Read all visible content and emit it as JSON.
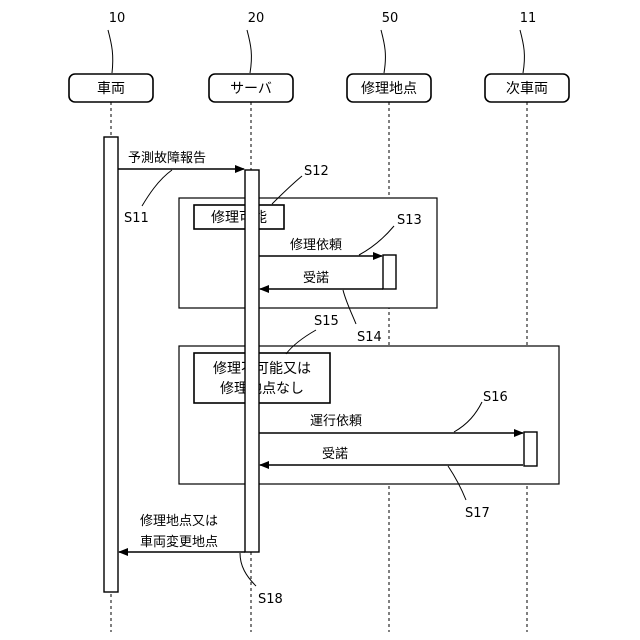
{
  "participants": [
    {
      "id": "10",
      "label": "車両"
    },
    {
      "id": "20",
      "label": "サーバ"
    },
    {
      "id": "50",
      "label": "修理地点"
    },
    {
      "id": "11",
      "label": "次車両"
    }
  ],
  "frames": {
    "repairable": {
      "condition": "修理可能"
    },
    "not_repairable": {
      "condition_line1": "修理不可能又は",
      "condition_line2": "修理地点なし"
    }
  },
  "messages": {
    "m1": {
      "label": "予測故障報告",
      "step": "S11"
    },
    "m2": {
      "label": "修理依頼",
      "step": "S13"
    },
    "m3": {
      "label": "受諾",
      "step": "S14"
    },
    "m4": {
      "label": "運行依頼",
      "step": "S16"
    },
    "m5": {
      "label": "受諾",
      "step": "S17"
    },
    "m6": {
      "label_line1": "修理地点又は",
      "label_line2": "車両変更地点",
      "step": "S18"
    }
  },
  "steps": {
    "s12": "S12",
    "s15": "S15"
  }
}
